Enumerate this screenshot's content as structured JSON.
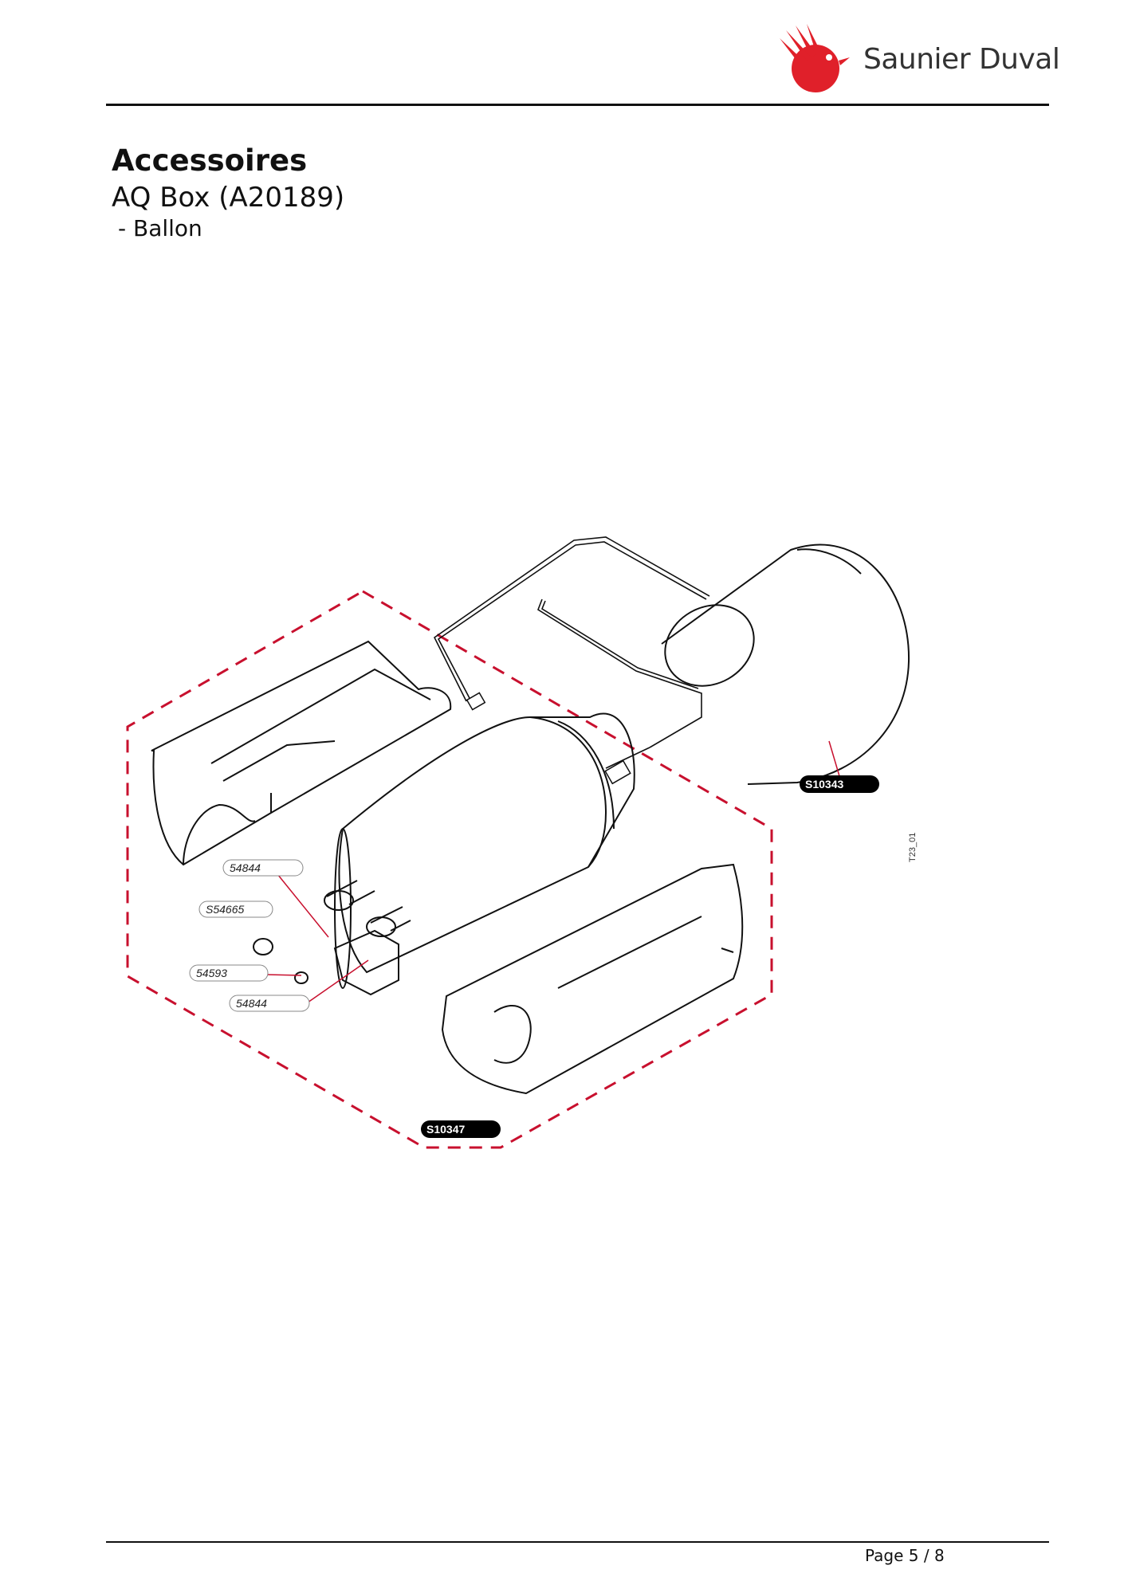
{
  "header": {
    "brand": "Saunier Duval",
    "brand_color": "#e0202a"
  },
  "doc": {
    "title": "Accessoires",
    "subtitle": "AQ Box (A20189)",
    "section": " - Ballon"
  },
  "drawing": {
    "parts": [
      {
        "ref": "54844"
      },
      {
        "ref": "S54665"
      },
      {
        "ref": "54593"
      },
      {
        "ref": "54844"
      }
    ],
    "assemblies": [
      {
        "ref": "S10343"
      },
      {
        "ref": "S10347"
      }
    ],
    "drawing_code": "T23_01",
    "dashed_color": "#c8102e"
  },
  "footer": {
    "page": "Page 5 / 8"
  }
}
